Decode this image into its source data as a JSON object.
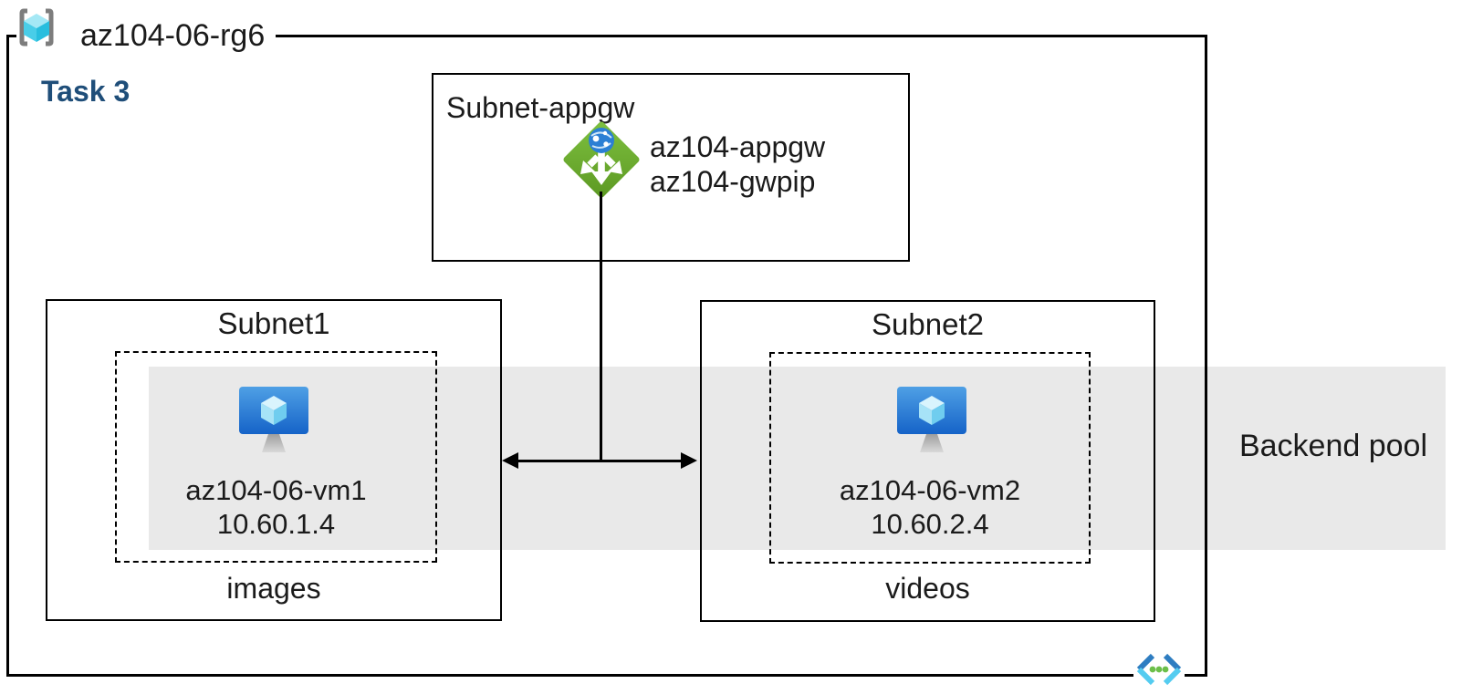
{
  "diagram": {
    "resource_group": {
      "name": "az104-06-rg6"
    },
    "task_label": "Task 3",
    "appgw_subnet": {
      "title": "Subnet-appgw",
      "gateway_name": "az104-appgw",
      "public_ip_name": "az104-gwpip"
    },
    "subnet1": {
      "title": "Subnet1",
      "vm_name": "az104-06-vm1",
      "vm_ip": "10.60.1.4",
      "storage_label": "images"
    },
    "subnet2": {
      "title": "Subnet2",
      "vm_name": "az104-06-vm2",
      "vm_ip": "10.60.2.4",
      "storage_label": "videos"
    },
    "backend_pool_label": "Backend pool",
    "icons": {
      "resource_group": "resource-group-icon",
      "application_gateway": "application-gateway-icon",
      "virtual_machine": "virtual-machine-icon",
      "virtual_network": "virtual-network-icon"
    },
    "colors": {
      "task_text": "#1F4E79",
      "band_gray": "#E9E9E9",
      "border_black": "#000000",
      "text_black": "#1B1B1B",
      "appgw_green_light": "#7CBE3E",
      "appgw_green_dark": "#5E9B24",
      "globe_blue": "#2B7FD4",
      "vm_blue_top": "#4FA0E5",
      "vm_blue_bottom": "#1563C8",
      "cube_cyan_top": "#D9F4FD",
      "cube_cyan_left": "#A7E3F7",
      "cube_cyan_right": "#6FCDEF",
      "rg_bracket_gray": "#7D7D7D",
      "rg_cube_top": "#A5E8F5",
      "rg_cube_left": "#49CDE8",
      "rg_cube_right": "#28BEDE",
      "vnet_dark_blue": "#2E7DC1",
      "vnet_light_cyan": "#54CCF0",
      "vnet_dot_green": "#6CBF4A"
    }
  }
}
